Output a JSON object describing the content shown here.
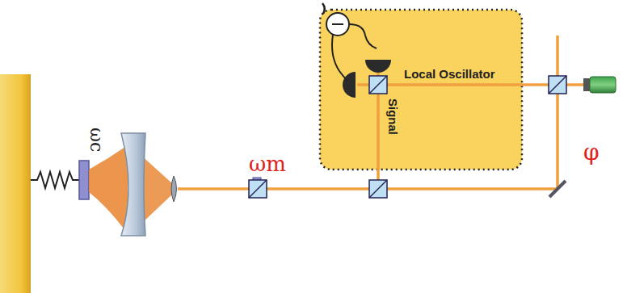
{
  "diagram": {
    "labels": [
      "ωc",
      "ωm",
      "Local Oscillator",
      "Signal",
      "φ"
    ]
  }
}
